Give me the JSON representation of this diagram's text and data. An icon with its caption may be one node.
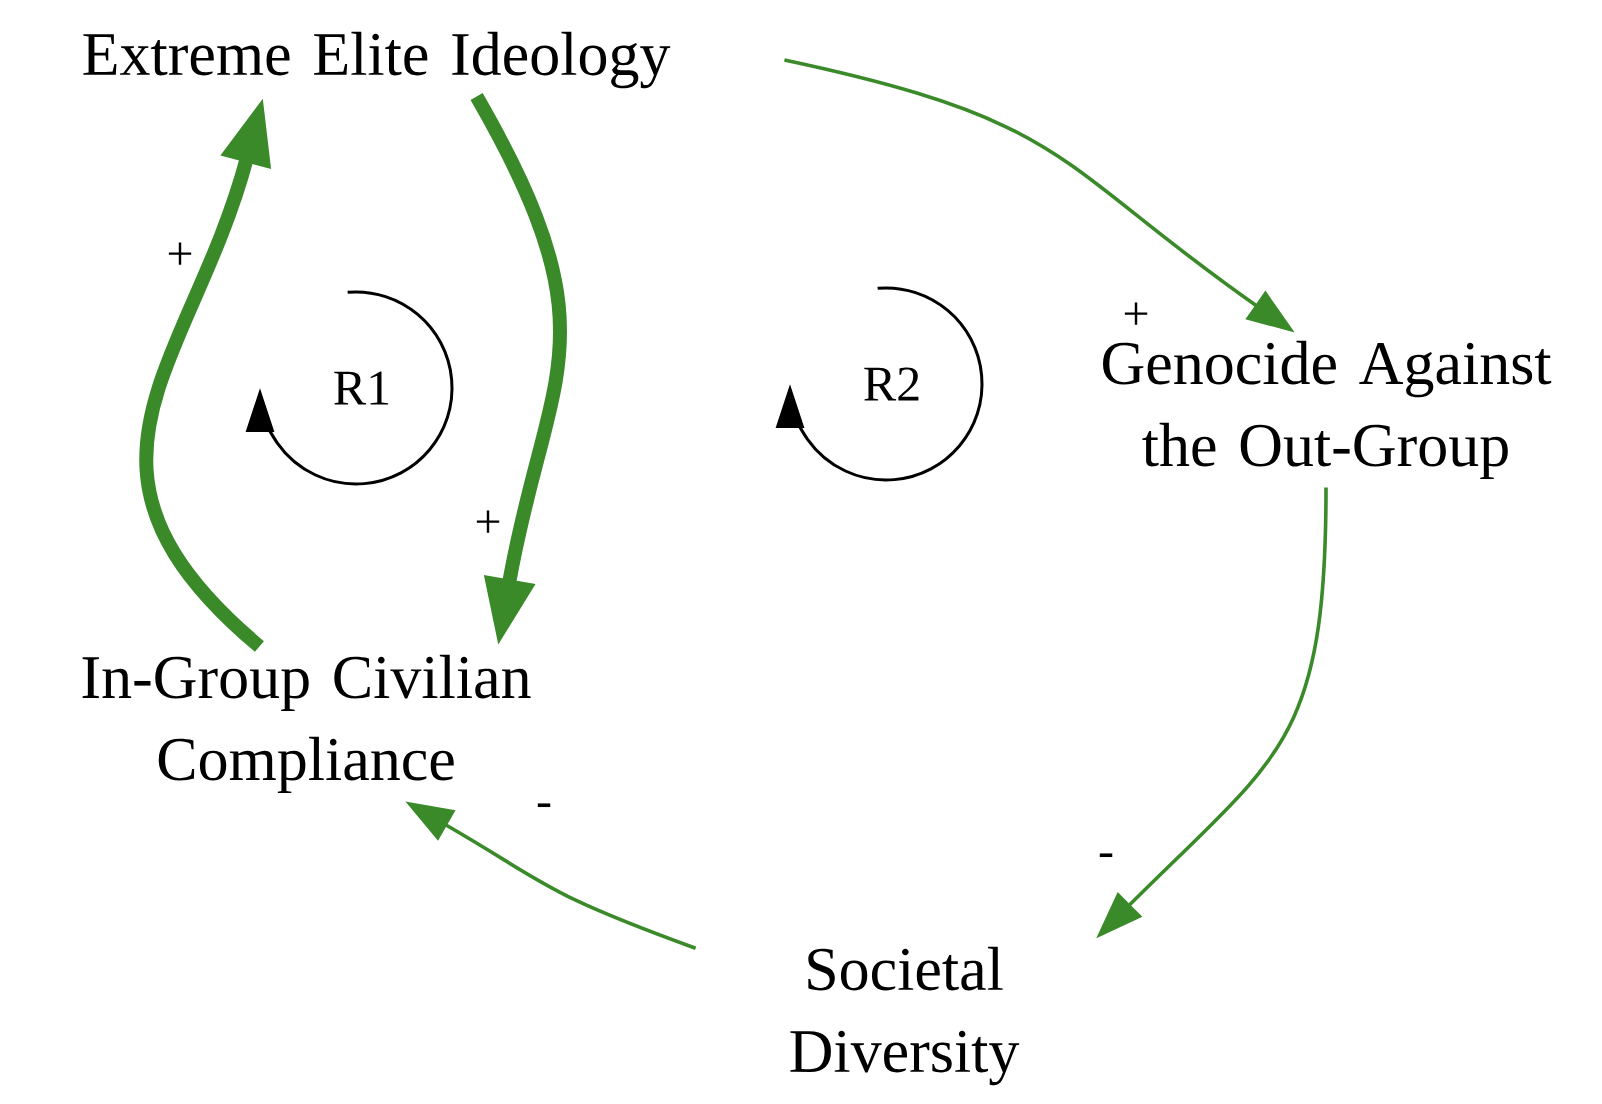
{
  "diagram": {
    "nodes": [
      {
        "text": [
          "Extreme Elite Ideology"
        ]
      },
      {
        "text": [
          "Genocide Against the Out-Group"
        ]
      },
      {
        "text": [
          "Societal Diversity"
        ]
      },
      {
        "text": [
          "In-Group Civilian Compliance"
        ]
      }
    ],
    "edges": [
      {
        "from": 0,
        "to": 3,
        "arrow": "to",
        "label": "+",
        "style": "thick"
      },
      {
        "from": 3,
        "to": 0,
        "arrow": "to",
        "label": "+",
        "style": "thick"
      },
      {
        "from": 0,
        "to": 1,
        "arrow": "to",
        "label": "+"
      },
      {
        "from": 1,
        "to": 2,
        "arrow": "to",
        "label": "-"
      },
      {
        "from": 2,
        "to": 3,
        "arrow": "to",
        "label": "-"
      }
    ],
    "labels": [
      "R1",
      "R2"
    ]
  }
}
